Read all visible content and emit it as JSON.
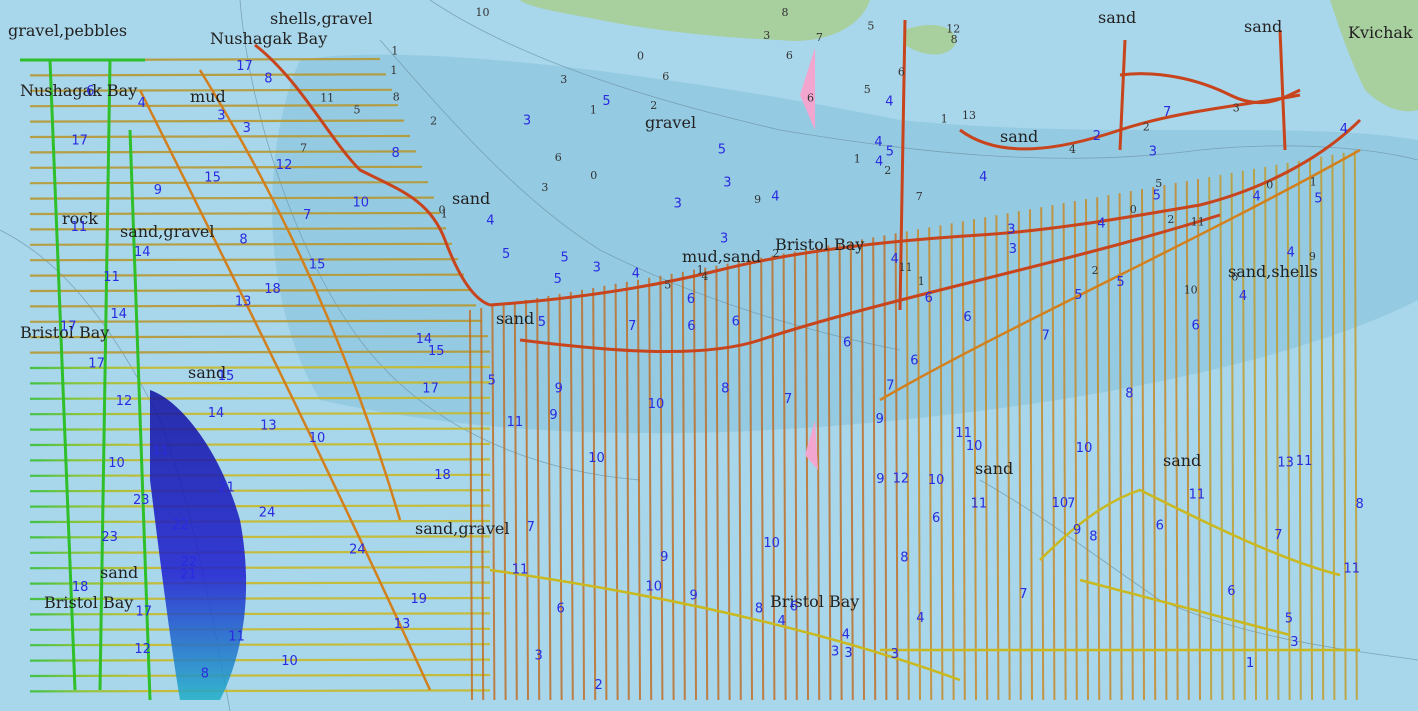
{
  "colors": {
    "deep_water": "#8cc6e0",
    "shallow_water": "#a8d6ea",
    "land": "#a8cf9e",
    "line_red": "#c8441c",
    "line_orange": "#d2801e",
    "line_yellow": "#c9b81e",
    "line_green": "#2fbf2a",
    "line_teal": "#19a6a0",
    "line_blue": "#1a1aa8",
    "depth_label": "#2a2ae0",
    "feature_marker": "#f2a6cf"
  },
  "labels": [
    {
      "id": "gravel-pebbles",
      "text": "gravel,pebbles"
    },
    {
      "id": "shells-gravel",
      "text": "shells,gravel"
    },
    {
      "id": "nushagak-bay-1",
      "text": "Nushagak Bay"
    },
    {
      "id": "nushagak-bay-2",
      "text": "Nushagak Bay"
    },
    {
      "id": "mud",
      "text": "mud"
    },
    {
      "id": "gravel",
      "text": "gravel"
    },
    {
      "id": "sand-1",
      "text": "sand"
    },
    {
      "id": "sand-2",
      "text": "sand"
    },
    {
      "id": "sand-3",
      "text": "sand"
    },
    {
      "id": "sand-4",
      "text": "sand"
    },
    {
      "id": "sand-5",
      "text": "sand"
    },
    {
      "id": "sand-6",
      "text": "sand"
    },
    {
      "id": "sand-7",
      "text": "sand"
    },
    {
      "id": "sand-8",
      "text": "sand"
    },
    {
      "id": "sand-9",
      "text": "sand"
    },
    {
      "id": "kvichak",
      "text": "Kvichak"
    },
    {
      "id": "rock",
      "text": "rock"
    },
    {
      "id": "sand-gravel-1",
      "text": "sand,gravel"
    },
    {
      "id": "sand-gravel-2",
      "text": "sand,gravel"
    },
    {
      "id": "mud-sand",
      "text": "mud,sand"
    },
    {
      "id": "bristol-bay-1",
      "text": "Bristol Bay"
    },
    {
      "id": "bristol-bay-2",
      "text": "Bristol Bay"
    },
    {
      "id": "bristol-bay-3",
      "text": "Bristol Bay"
    },
    {
      "id": "bristol-bay-4",
      "text": "Bristol Bay"
    },
    {
      "id": "sand-shells",
      "text": "sand,shells"
    }
  ],
  "survey_depths": [
    "17",
    "8",
    "6",
    "4",
    "3",
    "3",
    "17",
    "8",
    "12",
    "15",
    "9",
    "10",
    "7",
    "11",
    "8",
    "14",
    "15",
    "11",
    "18",
    "13",
    "14",
    "17",
    "14",
    "15",
    "17",
    "15",
    "17",
    "12",
    "14",
    "13",
    "10",
    "11",
    "10",
    "18",
    "21",
    "23",
    "24",
    "22",
    "23",
    "24",
    "22",
    "21",
    "18",
    "19",
    "17",
    "13",
    "11",
    "12",
    "10",
    "8",
    "7",
    "5",
    "4",
    "3",
    "2",
    "4",
    "4",
    "4",
    "5",
    "5",
    "3",
    "3",
    "4",
    "5",
    "5",
    "4",
    "4",
    "3",
    "4",
    "3",
    "4",
    "3",
    "5",
    "4",
    "3",
    "3",
    "4",
    "5",
    "5",
    "5",
    "6",
    "4",
    "5",
    "6",
    "4",
    "6",
    "6",
    "5",
    "6",
    "6",
    "7",
    "7",
    "6",
    "6",
    "5",
    "7",
    "7",
    "8",
    "8",
    "9",
    "9",
    "10",
    "11",
    "9",
    "10",
    "11",
    "10",
    "10",
    "11",
    "12",
    "13",
    "10",
    "11",
    "11",
    "10",
    "9",
    "8",
    "7",
    "6",
    "6",
    "7",
    "7",
    "8",
    "9",
    "8",
    "9",
    "10",
    "11",
    "11",
    "10",
    "9",
    "8",
    "7",
    "6",
    "6",
    "5",
    "6",
    "4",
    "4",
    "4",
    "3",
    "3",
    "3",
    "3",
    "3",
    "2",
    "1"
  ],
  "chart_soundings": [
    "5",
    "6",
    "4",
    "3",
    "6",
    "4",
    "2",
    "1",
    "1",
    "1",
    "1",
    "0",
    "0",
    "0",
    "0",
    "0",
    "1",
    "2",
    "2",
    "2",
    "2",
    "1",
    "1",
    "1",
    "1",
    "2",
    "2",
    "3",
    "3",
    "3",
    "5",
    "5",
    "5",
    "5",
    "6",
    "6",
    "6",
    "6",
    "7",
    "7",
    "7",
    "8",
    "8",
    "8",
    "9",
    "9",
    "10",
    "10",
    "11",
    "11",
    "11",
    "12",
    "13"
  ]
}
